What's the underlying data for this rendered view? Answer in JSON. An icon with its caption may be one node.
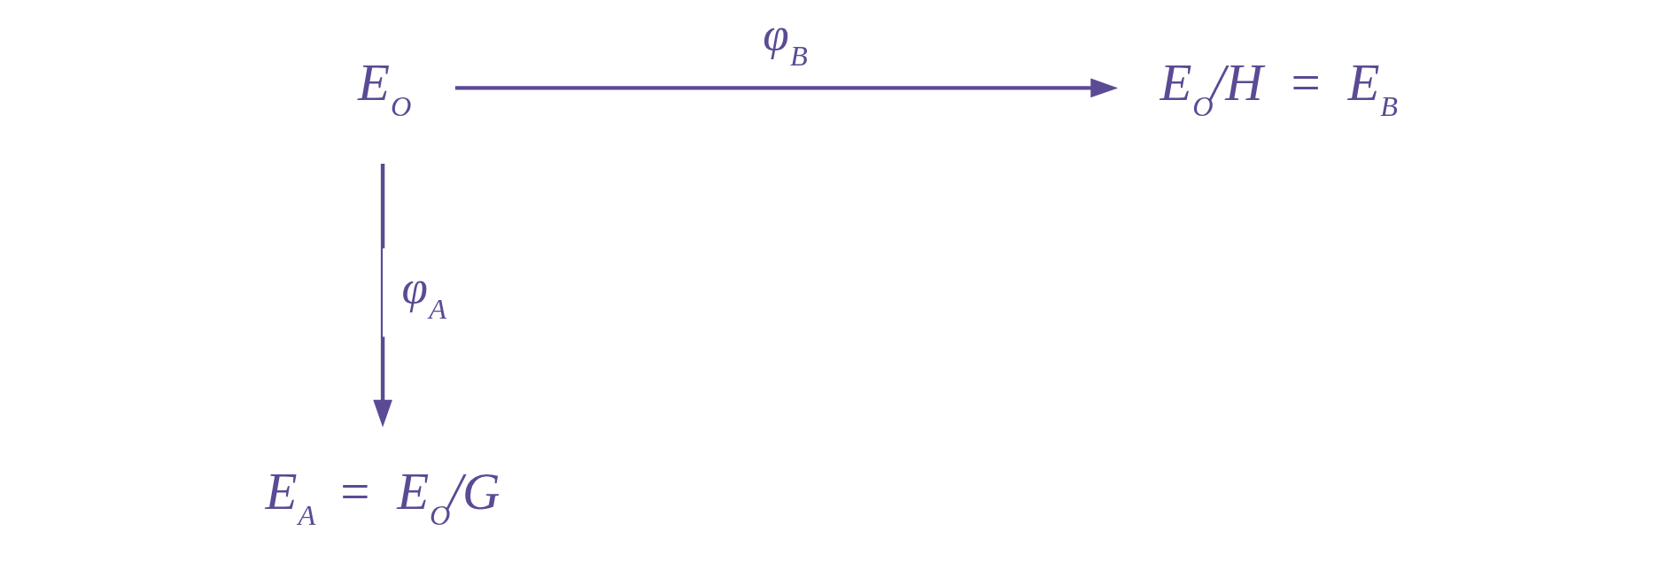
{
  "diagram": {
    "nodes": [
      {
        "text": [
          "E$_{O}$"
        ]
      },
      {
        "text": [
          "E$_{O}$/H = E$_{B}$"
        ]
      },
      {
        "text": [
          "E$_{A}$ = E$_{O}$/G"
        ]
      }
    ],
    "edges": [
      {
        "from": 0,
        "to": 1,
        "arrow": "to",
        "label": "φ$_{B}$"
      },
      {
        "from": 0,
        "to": 2,
        "arrow": "to",
        "label": "φ$_{A}$"
      }
    ]
  }
}
